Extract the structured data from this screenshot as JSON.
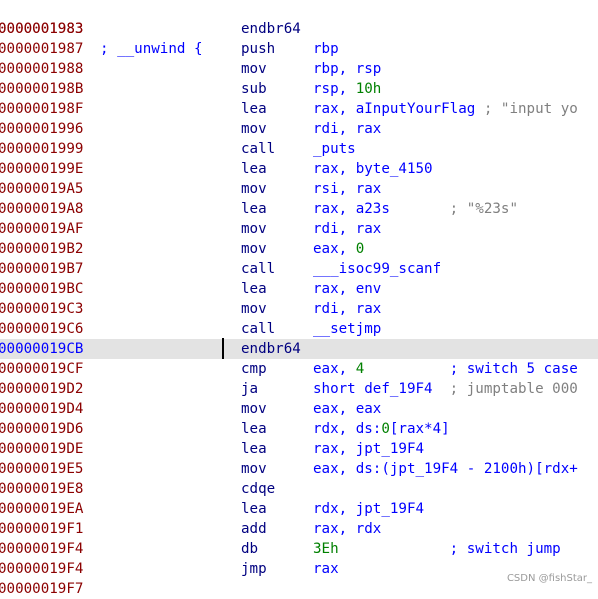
{
  "header": {
    "addr": "0000001983",
    "text": "; __unwind {"
  },
  "rows": [
    {
      "addr": "0000001983",
      "mn": "endbr64",
      "ops": []
    },
    {
      "addr": "0000001987",
      "mn": "push",
      "ops": [
        {
          "t": "rbp",
          "c": "name"
        }
      ]
    },
    {
      "addr": "0000001988",
      "mn": "mov",
      "ops": [
        {
          "t": "rbp, rsp",
          "c": "name"
        }
      ]
    },
    {
      "addr": "000000198B",
      "mn": "sub",
      "ops": [
        {
          "t": "rsp, ",
          "c": "name"
        },
        {
          "t": "10h",
          "c": "num"
        }
      ]
    },
    {
      "addr": "000000198F",
      "mn": "lea",
      "ops": [
        {
          "t": "rax, aInputYourFlag ",
          "c": "name"
        },
        {
          "t": "; \"input yo",
          "c": "cmt-grey"
        }
      ]
    },
    {
      "addr": "0000001996",
      "mn": "mov",
      "ops": [
        {
          "t": "rdi, rax",
          "c": "name"
        }
      ]
    },
    {
      "addr": "0000001999",
      "mn": "call",
      "ops": [
        {
          "t": "_puts",
          "c": "name"
        }
      ]
    },
    {
      "addr": "000000199E",
      "mn": "lea",
      "ops": [
        {
          "t": "rax, byte_4150",
          "c": "name"
        }
      ]
    },
    {
      "addr": "00000019A5",
      "mn": "mov",
      "ops": [
        {
          "t": "rsi, rax",
          "c": "name"
        }
      ]
    },
    {
      "addr": "00000019A8",
      "mn": "lea",
      "ops": [
        {
          "t": "rax, a23s       ",
          "c": "name"
        },
        {
          "t": "; \"%23s\"",
          "c": "cmt-grey"
        }
      ]
    },
    {
      "addr": "00000019AF",
      "mn": "mov",
      "ops": [
        {
          "t": "rdi, rax",
          "c": "name"
        }
      ]
    },
    {
      "addr": "00000019B2",
      "mn": "mov",
      "ops": [
        {
          "t": "eax, ",
          "c": "name"
        },
        {
          "t": "0",
          "c": "num"
        }
      ]
    },
    {
      "addr": "00000019B7",
      "mn": "call",
      "ops": [
        {
          "t": "___isoc99_scanf",
          "c": "name"
        }
      ]
    },
    {
      "addr": "00000019BC",
      "mn": "lea",
      "ops": [
        {
          "t": "rax, env",
          "c": "name"
        }
      ]
    },
    {
      "addr": "00000019C3",
      "mn": "mov",
      "ops": [
        {
          "t": "rdi, rax",
          "c": "name"
        }
      ]
    },
    {
      "addr": "00000019C6",
      "mn": "call",
      "ops": [
        {
          "t": "__setjmp",
          "c": "name"
        }
      ]
    },
    {
      "addr": "00000019CB",
      "mn": "endbr64",
      "ops": [],
      "selected": true
    },
    {
      "addr": "00000019CF",
      "mn": "cmp",
      "ops": [
        {
          "t": "eax, ",
          "c": "name"
        },
        {
          "t": "4",
          "c": "num"
        },
        {
          "t": "          ",
          "c": "name"
        },
        {
          "t": "; switch 5 case",
          "c": "cmt"
        }
      ]
    },
    {
      "addr": "00000019D2",
      "mn": "ja",
      "ops": [
        {
          "t": "short def_19F4  ",
          "c": "name"
        },
        {
          "t": "; jumptable 000",
          "c": "cmt-grey"
        }
      ]
    },
    {
      "addr": "00000019D4",
      "mn": "mov",
      "ops": [
        {
          "t": "eax, eax",
          "c": "name"
        }
      ]
    },
    {
      "addr": "00000019D6",
      "mn": "lea",
      "ops": [
        {
          "t": "rdx, ds:",
          "c": "name"
        },
        {
          "t": "0",
          "c": "num"
        },
        {
          "t": "[rax*4]",
          "c": "name"
        }
      ]
    },
    {
      "addr": "00000019DE",
      "mn": "lea",
      "ops": [
        {
          "t": "rax, jpt_19F4",
          "c": "name"
        }
      ]
    },
    {
      "addr": "00000019E5",
      "mn": "mov",
      "ops": [
        {
          "t": "eax, ds:(jpt_19F4 - 2100h)[rdx+",
          "c": "name"
        }
      ]
    },
    {
      "addr": "00000019E8",
      "mn": "cdqe",
      "ops": []
    },
    {
      "addr": "00000019EA",
      "mn": "lea",
      "ops": [
        {
          "t": "rdx, jpt_19F4",
          "c": "name"
        }
      ]
    },
    {
      "addr": "00000019F1",
      "mn": "add",
      "ops": [
        {
          "t": "rax, rdx",
          "c": "name"
        }
      ]
    },
    {
      "addr": "00000019F4",
      "mn": "db",
      "ops": [
        {
          "t": "3Eh",
          "c": "num"
        },
        {
          "t": "             ",
          "c": "name"
        },
        {
          "t": "; switch jump",
          "c": "cmt"
        }
      ]
    },
    {
      "addr": "00000019F4",
      "mn": "jmp",
      "ops": [
        {
          "t": "rax",
          "c": "name"
        }
      ]
    },
    {
      "addr": "00000019F7",
      "mn": "",
      "ops": []
    }
  ],
  "watermark": "CSDN @fishStar_"
}
